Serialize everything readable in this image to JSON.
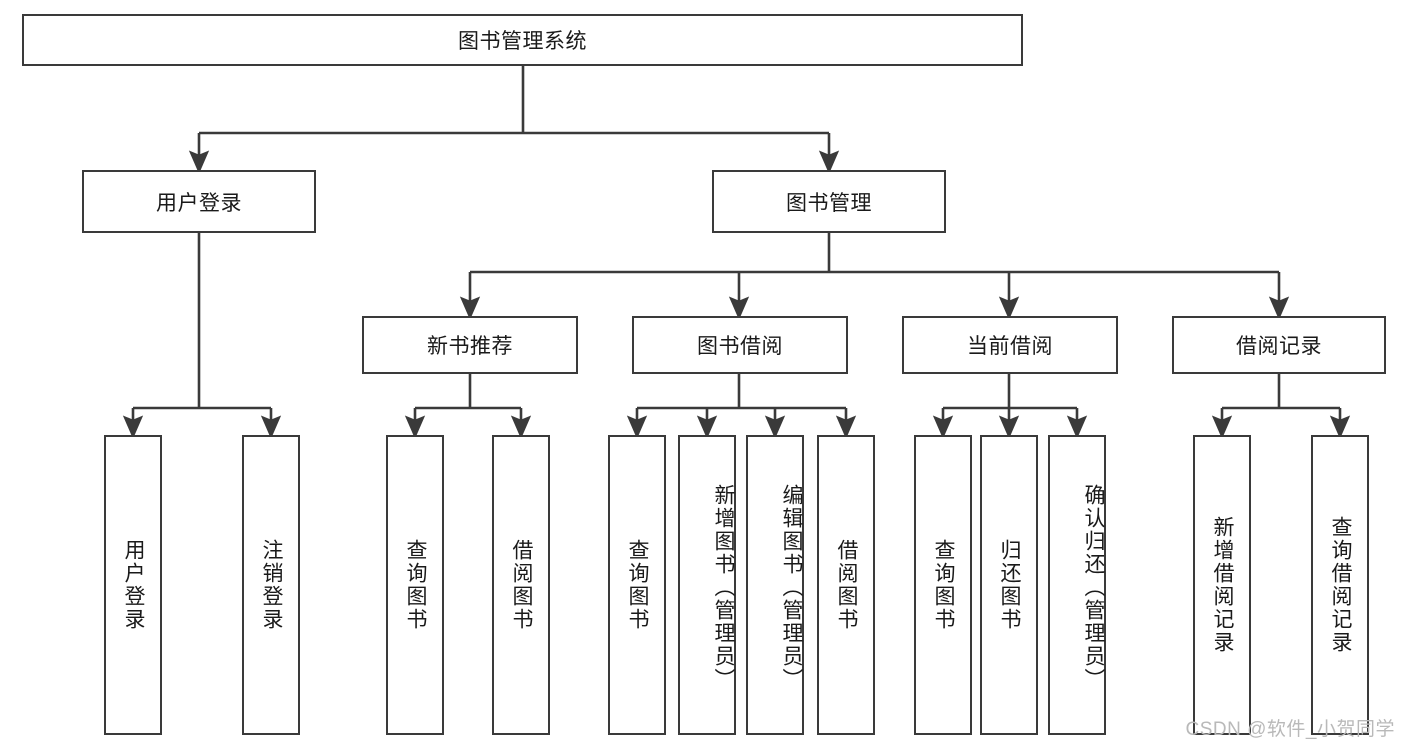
{
  "diagram": {
    "title": "图书管理系统",
    "type": "tree-hierarchy",
    "root": {
      "id": "root",
      "label": "图书管理系统",
      "level": 1
    },
    "level2": [
      {
        "id": "user-login",
        "label": "用户登录",
        "level": 2
      },
      {
        "id": "book-manage",
        "label": "图书管理",
        "level": 2
      }
    ],
    "level3": [
      {
        "id": "new-book-recommend",
        "label": "新书推荐",
        "level": 3,
        "parent": "book-manage"
      },
      {
        "id": "book-borrow",
        "label": "图书借阅",
        "level": 3,
        "parent": "book-manage"
      },
      {
        "id": "current-borrow",
        "label": "当前借阅",
        "level": 3,
        "parent": "book-manage"
      },
      {
        "id": "borrow-record",
        "label": "借阅记录",
        "level": 3,
        "parent": "book-manage"
      }
    ],
    "leaves": [
      {
        "id": "leaf-user-login",
        "label": "用户登录",
        "parent": "user-login"
      },
      {
        "id": "leaf-logout",
        "label": "注销登录",
        "parent": "user-login"
      },
      {
        "id": "leaf-query-book-1",
        "label": "查询图书",
        "parent": "new-book-recommend"
      },
      {
        "id": "leaf-borrow-book-1",
        "label": "借阅图书",
        "parent": "new-book-recommend"
      },
      {
        "id": "leaf-query-book-2",
        "label": "查询图书",
        "parent": "book-borrow"
      },
      {
        "id": "leaf-add-book",
        "label": "新增图书（管理员）",
        "parent": "book-borrow"
      },
      {
        "id": "leaf-edit-book",
        "label": "编辑图书（管理员）",
        "parent": "book-borrow"
      },
      {
        "id": "leaf-borrow-book-2",
        "label": "借阅图书",
        "parent": "book-borrow"
      },
      {
        "id": "leaf-query-book-3",
        "label": "查询图书",
        "parent": "current-borrow"
      },
      {
        "id": "leaf-return-book",
        "label": "归还图书",
        "parent": "current-borrow"
      },
      {
        "id": "leaf-confirm-return",
        "label": "确认归还（管理员）",
        "parent": "current-borrow"
      },
      {
        "id": "leaf-add-record",
        "label": "新增借阅记录",
        "parent": "borrow-record"
      },
      {
        "id": "leaf-query-record",
        "label": "查询借阅记录",
        "parent": "borrow-record"
      }
    ],
    "colors": {
      "stroke": "#3a3a3a",
      "fill": "#ffffff",
      "text": "#1a1a1a",
      "watermark": "#b9b9b9"
    }
  },
  "watermark": {
    "text": "CSDN @软件_小贺同学"
  }
}
